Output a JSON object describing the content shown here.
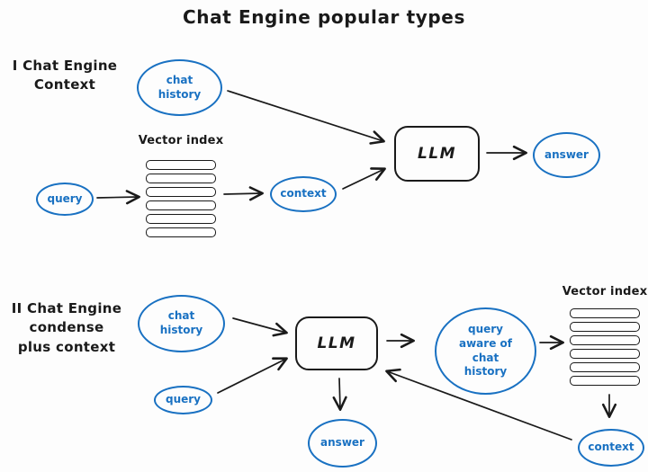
{
  "title": "Chat Engine popular types",
  "colors": {
    "ink": "#1a1a1a",
    "blue": "#1971c2",
    "background": "#fdfdfd"
  },
  "s1": {
    "heading": "I Chat Engine\nContext",
    "chat_history": "chat\nhistory",
    "vector_index": "Vector index",
    "query": "query",
    "context": "context",
    "llm": "LLM",
    "answer": "answer"
  },
  "s2": {
    "heading": "II Chat Engine\ncondense\nplus context",
    "chat_history": "chat\nhistory",
    "query": "query",
    "llm": "LLM",
    "query_aware": "query\naware of\nchat\nhistory",
    "vector_index": "Vector index",
    "context": "context",
    "answer": "answer"
  },
  "edges": [
    {
      "from": "chat-history-1",
      "to": "llm-1"
    },
    {
      "from": "query-1",
      "to": "vector-index-1"
    },
    {
      "from": "vector-index-1",
      "to": "context-1"
    },
    {
      "from": "context-1",
      "to": "llm-1"
    },
    {
      "from": "llm-1",
      "to": "answer-1"
    },
    {
      "from": "chat-history-2",
      "to": "llm-2"
    },
    {
      "from": "query-2",
      "to": "llm-2"
    },
    {
      "from": "llm-2",
      "to": "query-aware",
      "label": ""
    },
    {
      "from": "query-aware",
      "to": "vector-index-2"
    },
    {
      "from": "vector-index-2",
      "to": "context-2"
    },
    {
      "from": "context-2",
      "to": "llm-2"
    },
    {
      "from": "llm-2",
      "to": "answer-2"
    }
  ]
}
